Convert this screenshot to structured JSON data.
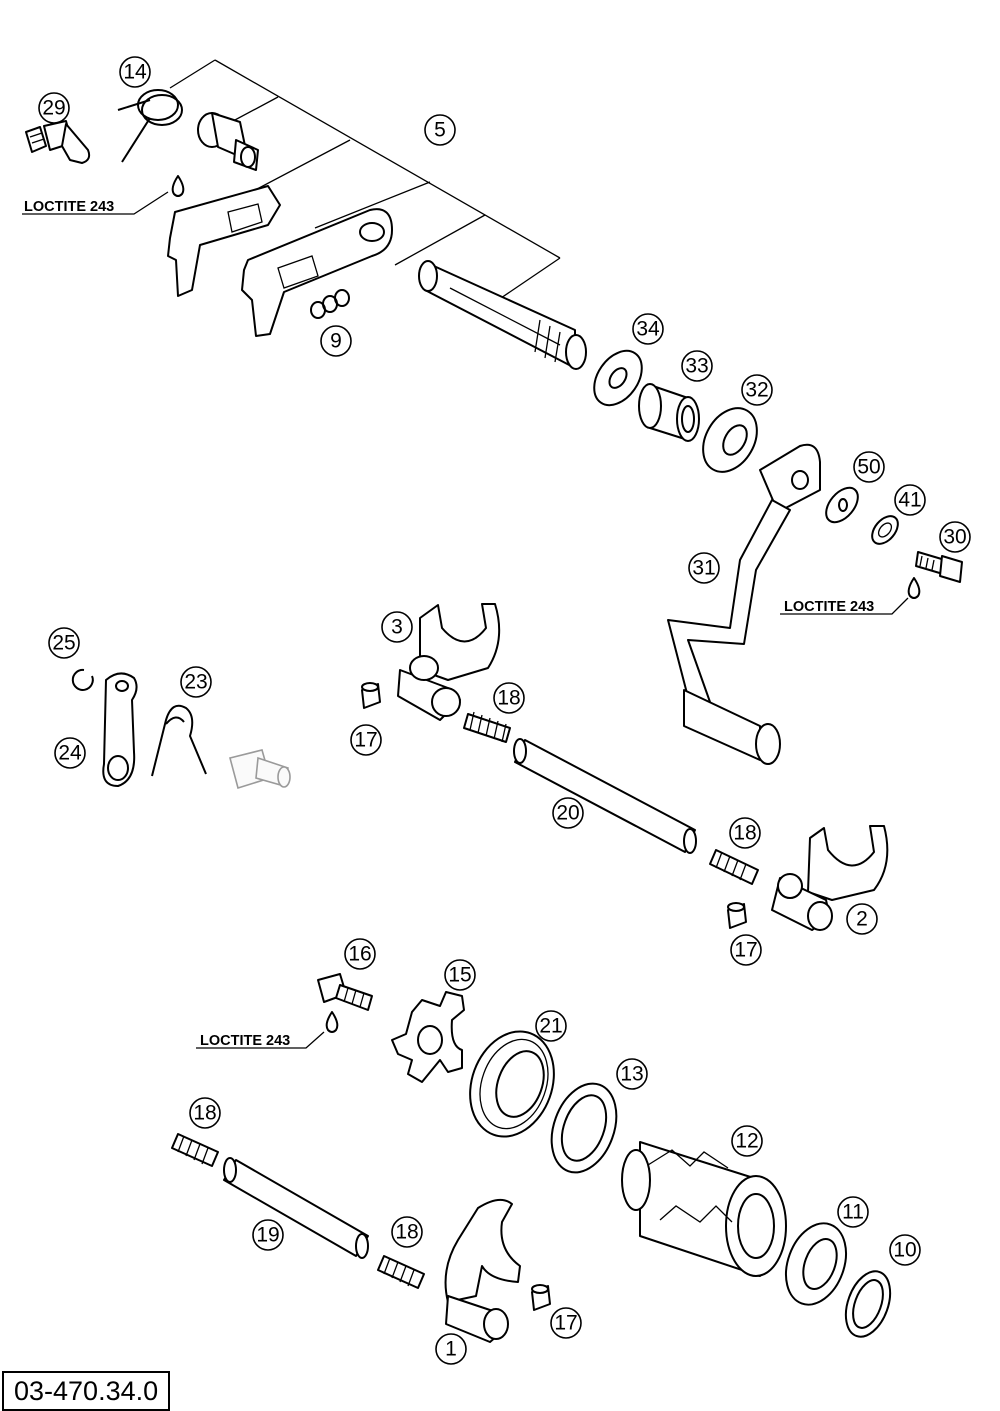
{
  "drawing_code": "03-470.34.0",
  "annotations": {
    "loctite_1": "LOCTITE 243",
    "loctite_2": "LOCTITE 243",
    "loctite_3": "LOCTITE 243"
  },
  "callouts": {
    "p29": "29",
    "p14": "14",
    "p5": "5",
    "p9": "9",
    "p34": "34",
    "p33": "33",
    "p32": "32",
    "p50": "50",
    "p41": "41",
    "p30": "30",
    "p31": "31",
    "p3": "3",
    "p25": "25",
    "p23": "23",
    "p24": "24",
    "p18a": "18",
    "p17a": "17",
    "p20": "20",
    "p18b": "18",
    "p2": "2",
    "p17b": "17",
    "p16": "16",
    "p15": "15",
    "p21": "21",
    "p13": "13",
    "p12": "12",
    "p18c": "18",
    "p19": "19",
    "p18d": "18",
    "p11": "11",
    "p10": "10",
    "p1": "1",
    "p17c": "17"
  }
}
